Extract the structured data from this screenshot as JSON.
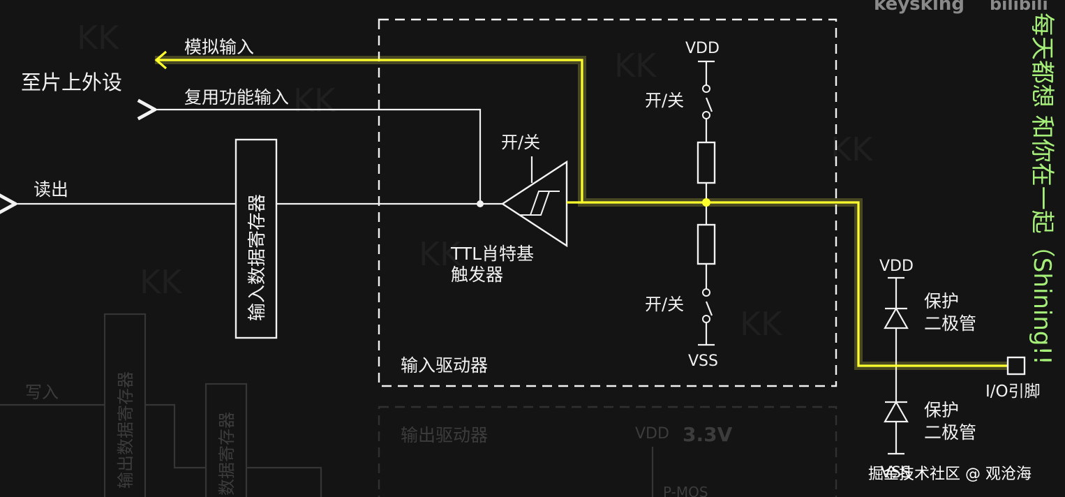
{
  "labels": {
    "analog_input": "模拟输入",
    "to_peripheral": "至片上外设",
    "alt_input": "复用功能输入",
    "read_out": "读出",
    "input_data_register": "输入数据寄存器",
    "switch_trigger": "开/关",
    "ttl_schmitt_line1": "TTL肖特基",
    "ttl_schmitt_line2": "触发器",
    "input_driver": "输入驱动器",
    "vdd_top": "VDD",
    "switch_top": "开/关",
    "switch_bottom": "开/关",
    "vss_mid": "VSS",
    "vdd_protect": "VDD",
    "protect_diode_top_1": "保护",
    "protect_diode_top_2": "二极管",
    "protect_diode_bottom_1": "保护",
    "protect_diode_bottom_2": "二极管",
    "io_pin": "I/O引脚",
    "vss_bottom": "VSS"
  },
  "faded": {
    "write_in": "写入",
    "output_data_register": "输出数据寄存器",
    "bit_register_partial": "数据寄存器",
    "output_driver": "输出驱动器",
    "vdd_out": "VDD",
    "voltage": "3.3V",
    "pmos": "P-MOS"
  },
  "watermark": {
    "brand": "keysking",
    "logo": "bilibili",
    "tile": "KK"
  },
  "subtitle_vertical": "每天都想 和你在一起（Shining!!",
  "attribution": "掘金技术社区 @ 观沧海",
  "colors": {
    "background": "#141414",
    "wire": "#f2f2f2",
    "highlight": "#ffff2e",
    "subtitle": "#a6f07a"
  }
}
